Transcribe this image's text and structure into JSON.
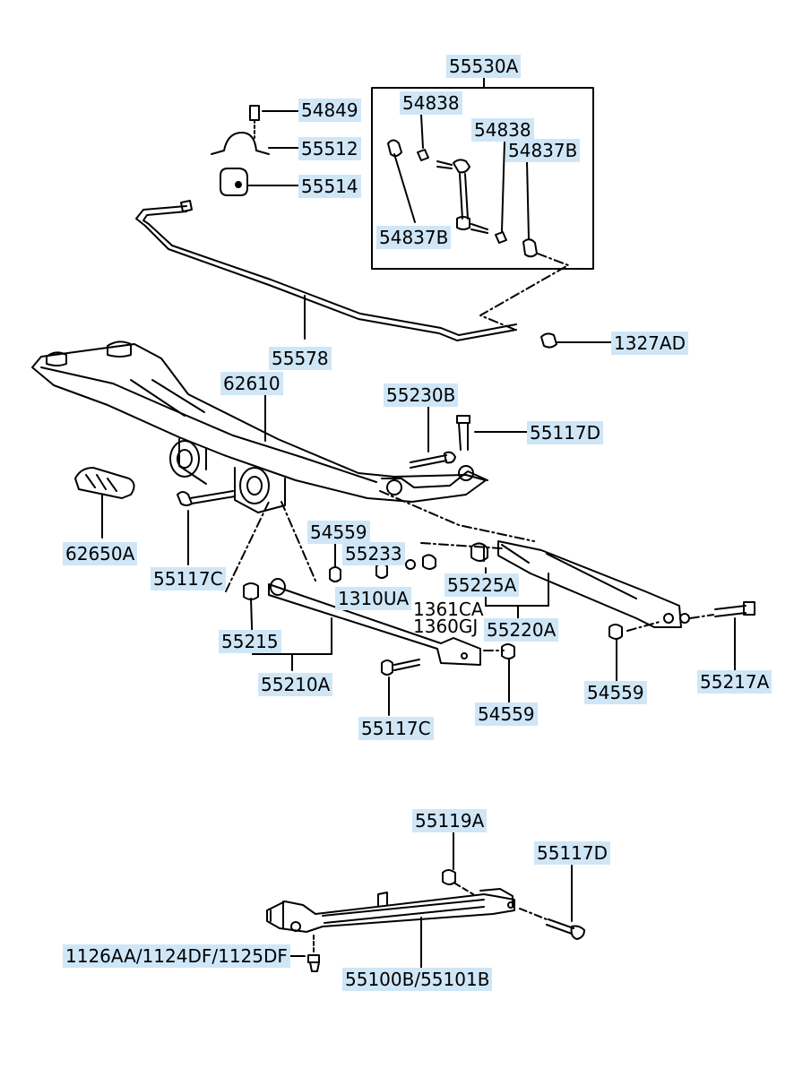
{
  "labels": {
    "p55530A": "55530A",
    "p54849": "54849",
    "p55512": "55512",
    "p55514": "55514",
    "p54838_a": "54838",
    "p54838_b": "54838",
    "p54837B_a": "54837B",
    "p54837B_b": "54837B",
    "p55578": "55578",
    "p1327AD": "1327AD",
    "p62610": "62610",
    "p55230B": "55230B",
    "p55117D_a": "55117D",
    "p62650A": "62650A",
    "p55117C_a": "55117C",
    "p54559_a": "54559",
    "p55233": "55233",
    "p1310UA": "1310UA",
    "p55225A": "55225A",
    "p1361CA": "1361CA",
    "p1360GJ": "1360GJ",
    "p55220A": "55220A",
    "p55215": "55215",
    "p55210A": "55210A",
    "p54559_b": "54559",
    "p55217A": "55217A",
    "p55117C_b": "55117C",
    "p54559_c": "54559",
    "p55119A": "55119A",
    "p55117D_b": "55117D",
    "p1126AA": "1126AA/1124DF/1125DF",
    "p55100B": "55100B/55101B"
  }
}
